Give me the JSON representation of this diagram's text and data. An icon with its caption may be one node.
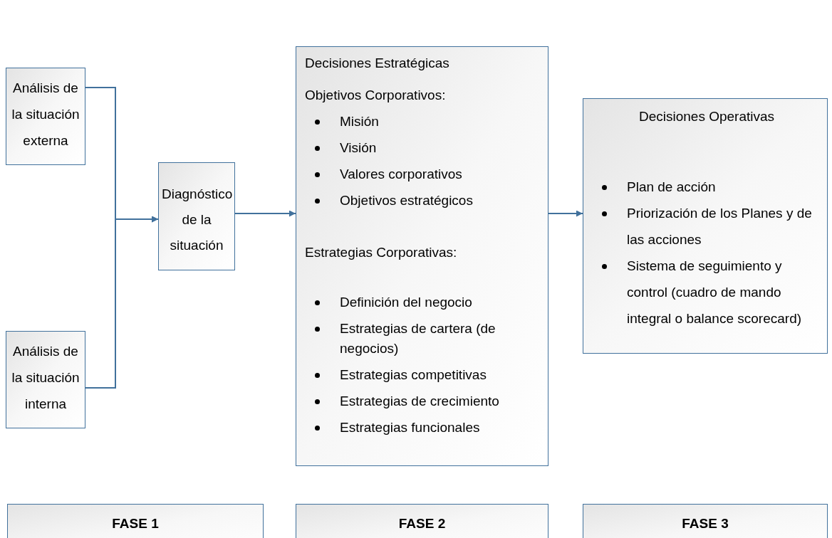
{
  "diagram": {
    "nodes": [
      {
        "text": [
          "Análisis de la situación externa"
        ]
      },
      {
        "text": [
          "Análisis de la situación interna"
        ]
      },
      {
        "text": [
          "Diagnóstico de la situación"
        ]
      },
      {
        "text": [
          "Decisiones Estratégicas",
          "Objetivos Corporativos:",
          "Misión",
          "Visión",
          "Valores corporativos",
          "Objetivos estratégicos",
          "Estrategias Corporativas:",
          "Definición del negocio",
          "Estrategias de cartera (de negocios)",
          "Estrategias competitivas",
          "Estrategias de crecimiento",
          "Estrategias funcionales"
        ]
      },
      {
        "text": [
          "Decisiones Operativas",
          "Plan de acción",
          "Priorización de los Planes y de las acciones",
          "Sistema de seguimiento y control (cuadro de mando integral o balance scorecard)"
        ]
      },
      {
        "text": [
          "FASE 1"
        ]
      },
      {
        "text": [
          "FASE 2"
        ]
      },
      {
        "text": [
          "FASE 3"
        ]
      }
    ],
    "edges": [
      {
        "from": 0,
        "to": 2,
        "arrow": "to"
      },
      {
        "from": 1,
        "to": 2,
        "arrow": "to"
      },
      {
        "from": 2,
        "to": 3,
        "arrow": "to"
      },
      {
        "from": 3,
        "to": 4,
        "arrow": "to"
      }
    ]
  }
}
